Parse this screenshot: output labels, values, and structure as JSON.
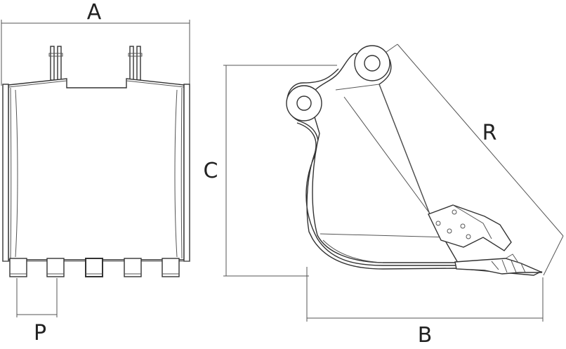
{
  "dimension_labels": {
    "width": "A",
    "tooth_pitch": "P",
    "height": "C",
    "depth": "B",
    "radius": "R"
  },
  "front_view": {
    "teeth_count": 5
  }
}
